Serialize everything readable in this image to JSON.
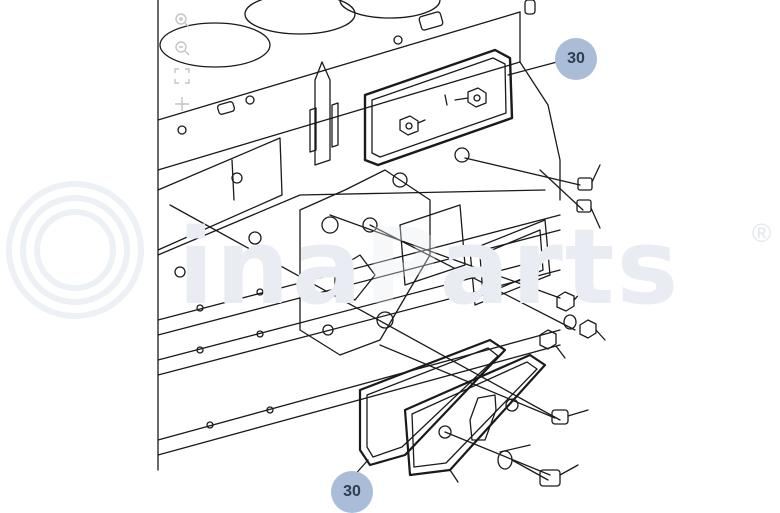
{
  "toolbar": {
    "zoom_in_icon": "zoom-in-icon",
    "zoom_out_icon": "zoom-out-icon",
    "fit_icon": "fit-screen-icon",
    "pan_icon": "pan-icon"
  },
  "watermark": {
    "text": "ina",
    "text_tail": "arts",
    "registered": "®"
  },
  "callouts": [
    {
      "label": "30"
    },
    {
      "label": "30"
    }
  ],
  "colors": {
    "callout_fill": "#a9bcd8",
    "line": "#1a1a1a",
    "watermark": "#e9ecf2"
  }
}
